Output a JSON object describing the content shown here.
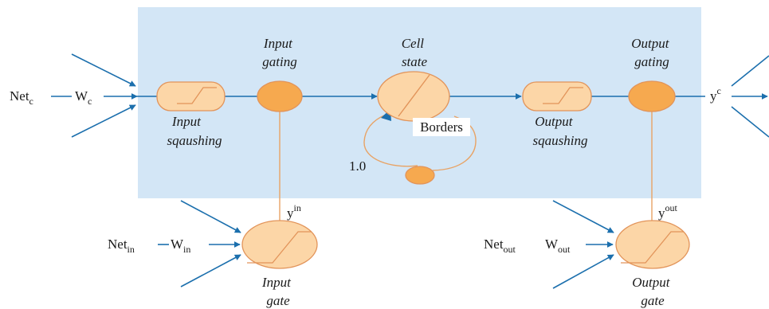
{
  "inputs": {
    "net_c": {
      "base": "Net",
      "sub": "c"
    },
    "w_c": {
      "base": "W",
      "sub": "c"
    },
    "net_in": {
      "base": "Net",
      "sub": "in"
    },
    "w_in": {
      "base": "W",
      "sub": "in"
    },
    "net_out": {
      "base": "Net",
      "sub": "out"
    },
    "w_out": {
      "base": "W",
      "sub": "out"
    }
  },
  "outputs": {
    "y_c": {
      "base": "y",
      "sup": "c"
    },
    "y_in": {
      "base": "y",
      "sup": "in"
    },
    "y_out": {
      "base": "y",
      "sup": "out"
    }
  },
  "labels": {
    "input_gating": [
      "Input",
      "gating"
    ],
    "cell_state": [
      "Cell",
      "state"
    ],
    "output_gating": [
      "Output",
      "gating"
    ],
    "input_squashing": [
      "Input",
      "sqaushing"
    ],
    "output_squashing": [
      "Output",
      "sqaushing"
    ],
    "input_gate": [
      "Input",
      "gate"
    ],
    "output_gate": [
      "Output",
      "gate"
    ],
    "borders": "Borders",
    "self_loop_weight": "1.0"
  },
  "colors": {
    "cell_background": "#d3e6f6",
    "signal_line": "#1b6fad",
    "gate_line": "#e8a365",
    "node_light": "#fcd6a7",
    "node_dark": "#f6a94f",
    "node_stroke": "#e2945a"
  }
}
